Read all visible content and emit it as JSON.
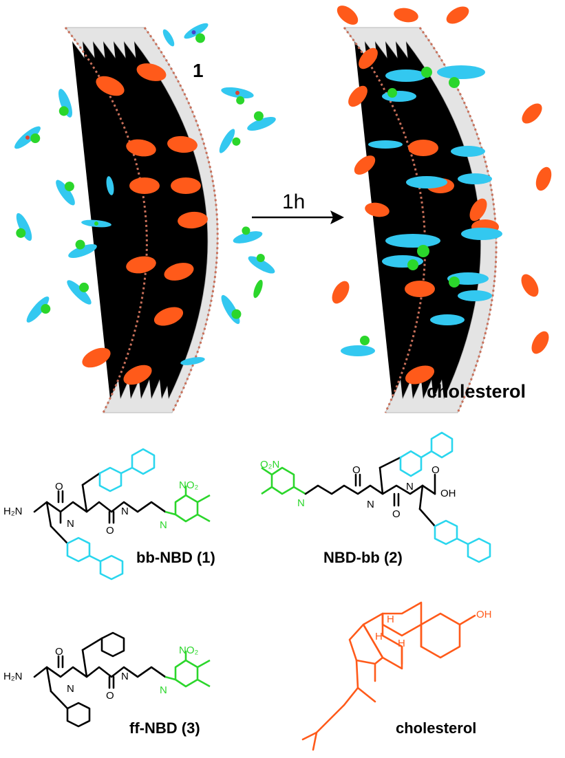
{
  "colors": {
    "biphenyl": "#2ad6ee",
    "nbd": "#2bd62b",
    "cholesterol": "#ff5a1a",
    "lipid": "#9a9a9a",
    "text": "#000000"
  },
  "top": {
    "label_compound": "1",
    "arrow_label": "1h",
    "label_cholesterol": "cholesterol"
  },
  "structures": {
    "s1": {
      "name": "bb-NBD (1)"
    },
    "s2": {
      "name": "NBD-bb (2)"
    },
    "s3": {
      "name": "ff-NBD (3)"
    },
    "s4": {
      "name": "cholesterol"
    }
  },
  "atoms": {
    "h2n": "H₂N",
    "o": "O",
    "n": "N",
    "h": "H",
    "oh": "OH",
    "no2": "NO₂",
    "o_minus": "O",
    "nh": "N",
    "h_stereo": "H",
    "o2n": "O₂N"
  }
}
